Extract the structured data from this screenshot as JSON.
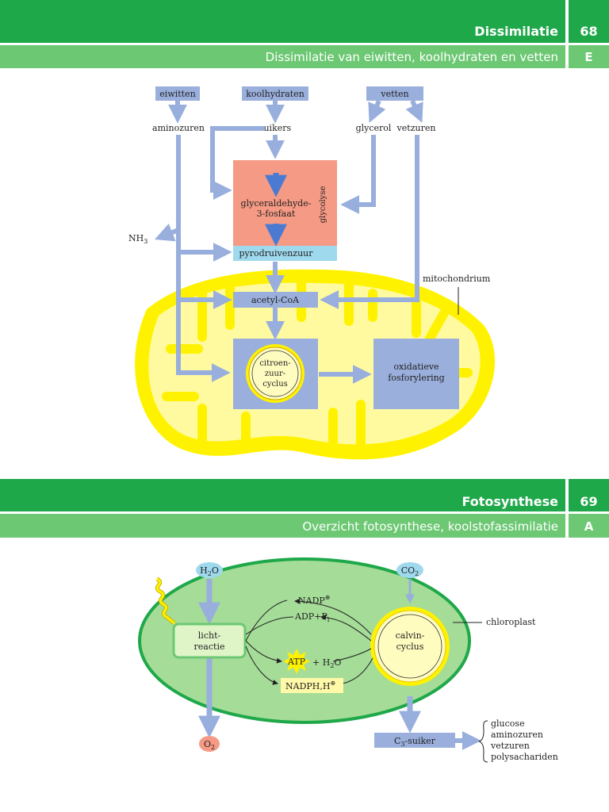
{
  "section1": {
    "title": "Dissimilatie",
    "number": "68",
    "subtitle": "Dissimilatie van eiwitten, koolhydraten en vetten",
    "letter": "E"
  },
  "diagram1": {
    "eiwitten": "eiwitten",
    "koolhydraten": "koolhydraten",
    "vetten": "vetten",
    "aminozuren": "aminozuren",
    "suikers": "suikers",
    "glycerol": "glycerol",
    "vetzuren": "vetzuren",
    "gly_line1": "glyceraldehyde-",
    "gly_line2": "3-fosfaat",
    "glycolyse": "glycolyse",
    "nh3_base": "NH",
    "nh3_sub": "3",
    "pyro": "pyrodruivenzuur",
    "mito": "mitochondrium",
    "acetyl": "acetyl-CoA",
    "citroen1": "citroen-",
    "citroen2": "zuur-",
    "citroen3": "cyclus",
    "oxi1": "oxidatieve",
    "oxi2": "fosforylering"
  },
  "section2": {
    "title": "Fotosynthese",
    "number": "69",
    "subtitle": "Overzicht fotosynthese, koolstofassimilatie",
    "letter": "A"
  },
  "diagram2": {
    "h2o_base": "H",
    "h2o_sub": "2",
    "h2o_end": "O",
    "co2_base": "CO",
    "co2_sub": "2",
    "o2_base": "O",
    "o2_sub": "2",
    "licht1": "licht-",
    "licht2": "reactie",
    "nadp": "NADP",
    "nadp_sup": "⊕",
    "adp": "ADP+P",
    "adp_sub": "i",
    "atp": "ATP",
    "plus_h2o": "+ H",
    "plus_h2o_sub": "2",
    "plus_h2o_end": "O",
    "nadph": "NADPH,H",
    "nadph_sup": "⊕",
    "calvin1": "calvin-",
    "calvin2": "cyclus",
    "chloroplast": "chloroplast",
    "c3_base": "C",
    "c3_sub": "3",
    "c3_end": "-suiker",
    "products": [
      "glucose",
      "aminozuren",
      "vetzuren",
      "polysachariden"
    ]
  },
  "colors": {
    "green_dark": "#1fa84a",
    "green_light": "#6cc873",
    "arrow_blue": "#98aedd",
    "box_blue": "#9aafdc",
    "salmon": "#f59a85",
    "light_blue": "#9fd9ee",
    "mito_yellow": "#fff200",
    "chloro_green": "#a5dc98"
  }
}
